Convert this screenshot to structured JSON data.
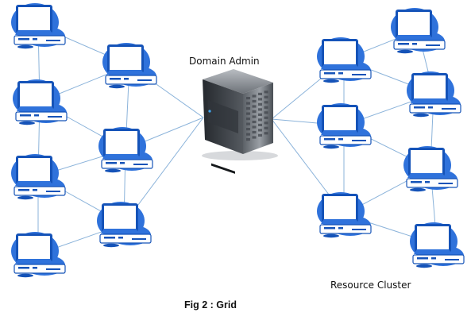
{
  "diagram": {
    "server_label": "Domain Admin",
    "cluster_label": "Resource Cluster",
    "caption": "Fig 2 : Grid",
    "server_icon": "server-tower-icon",
    "node_icon": "desktop-computer-icon",
    "colors": {
      "node_blue": "#2f72db",
      "node_blue_dark": "#1553b8",
      "screen": "#ffffff",
      "link": "#8bb3da",
      "server_dark": "#3d4248",
      "server_light": "#8c9197"
    }
  }
}
